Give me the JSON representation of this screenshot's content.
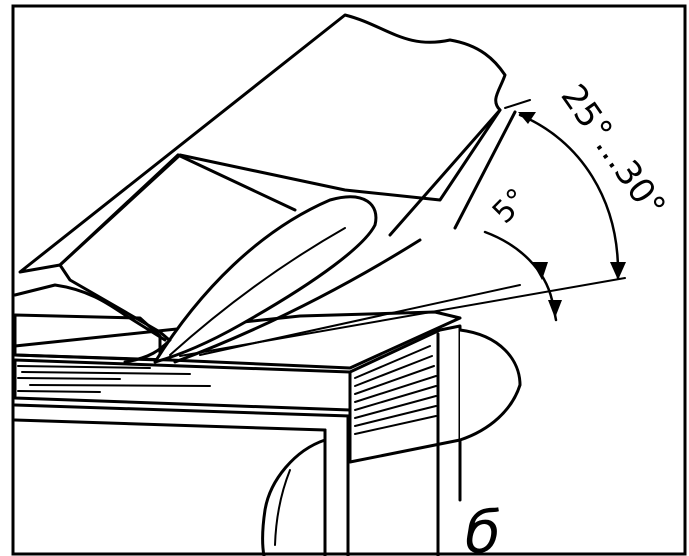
{
  "labels": {
    "angle_large": "25°...30°",
    "angle_small": "5°",
    "figure_letter": "б"
  },
  "colors": {
    "ink": "#000000",
    "paper": "#ffffff"
  }
}
